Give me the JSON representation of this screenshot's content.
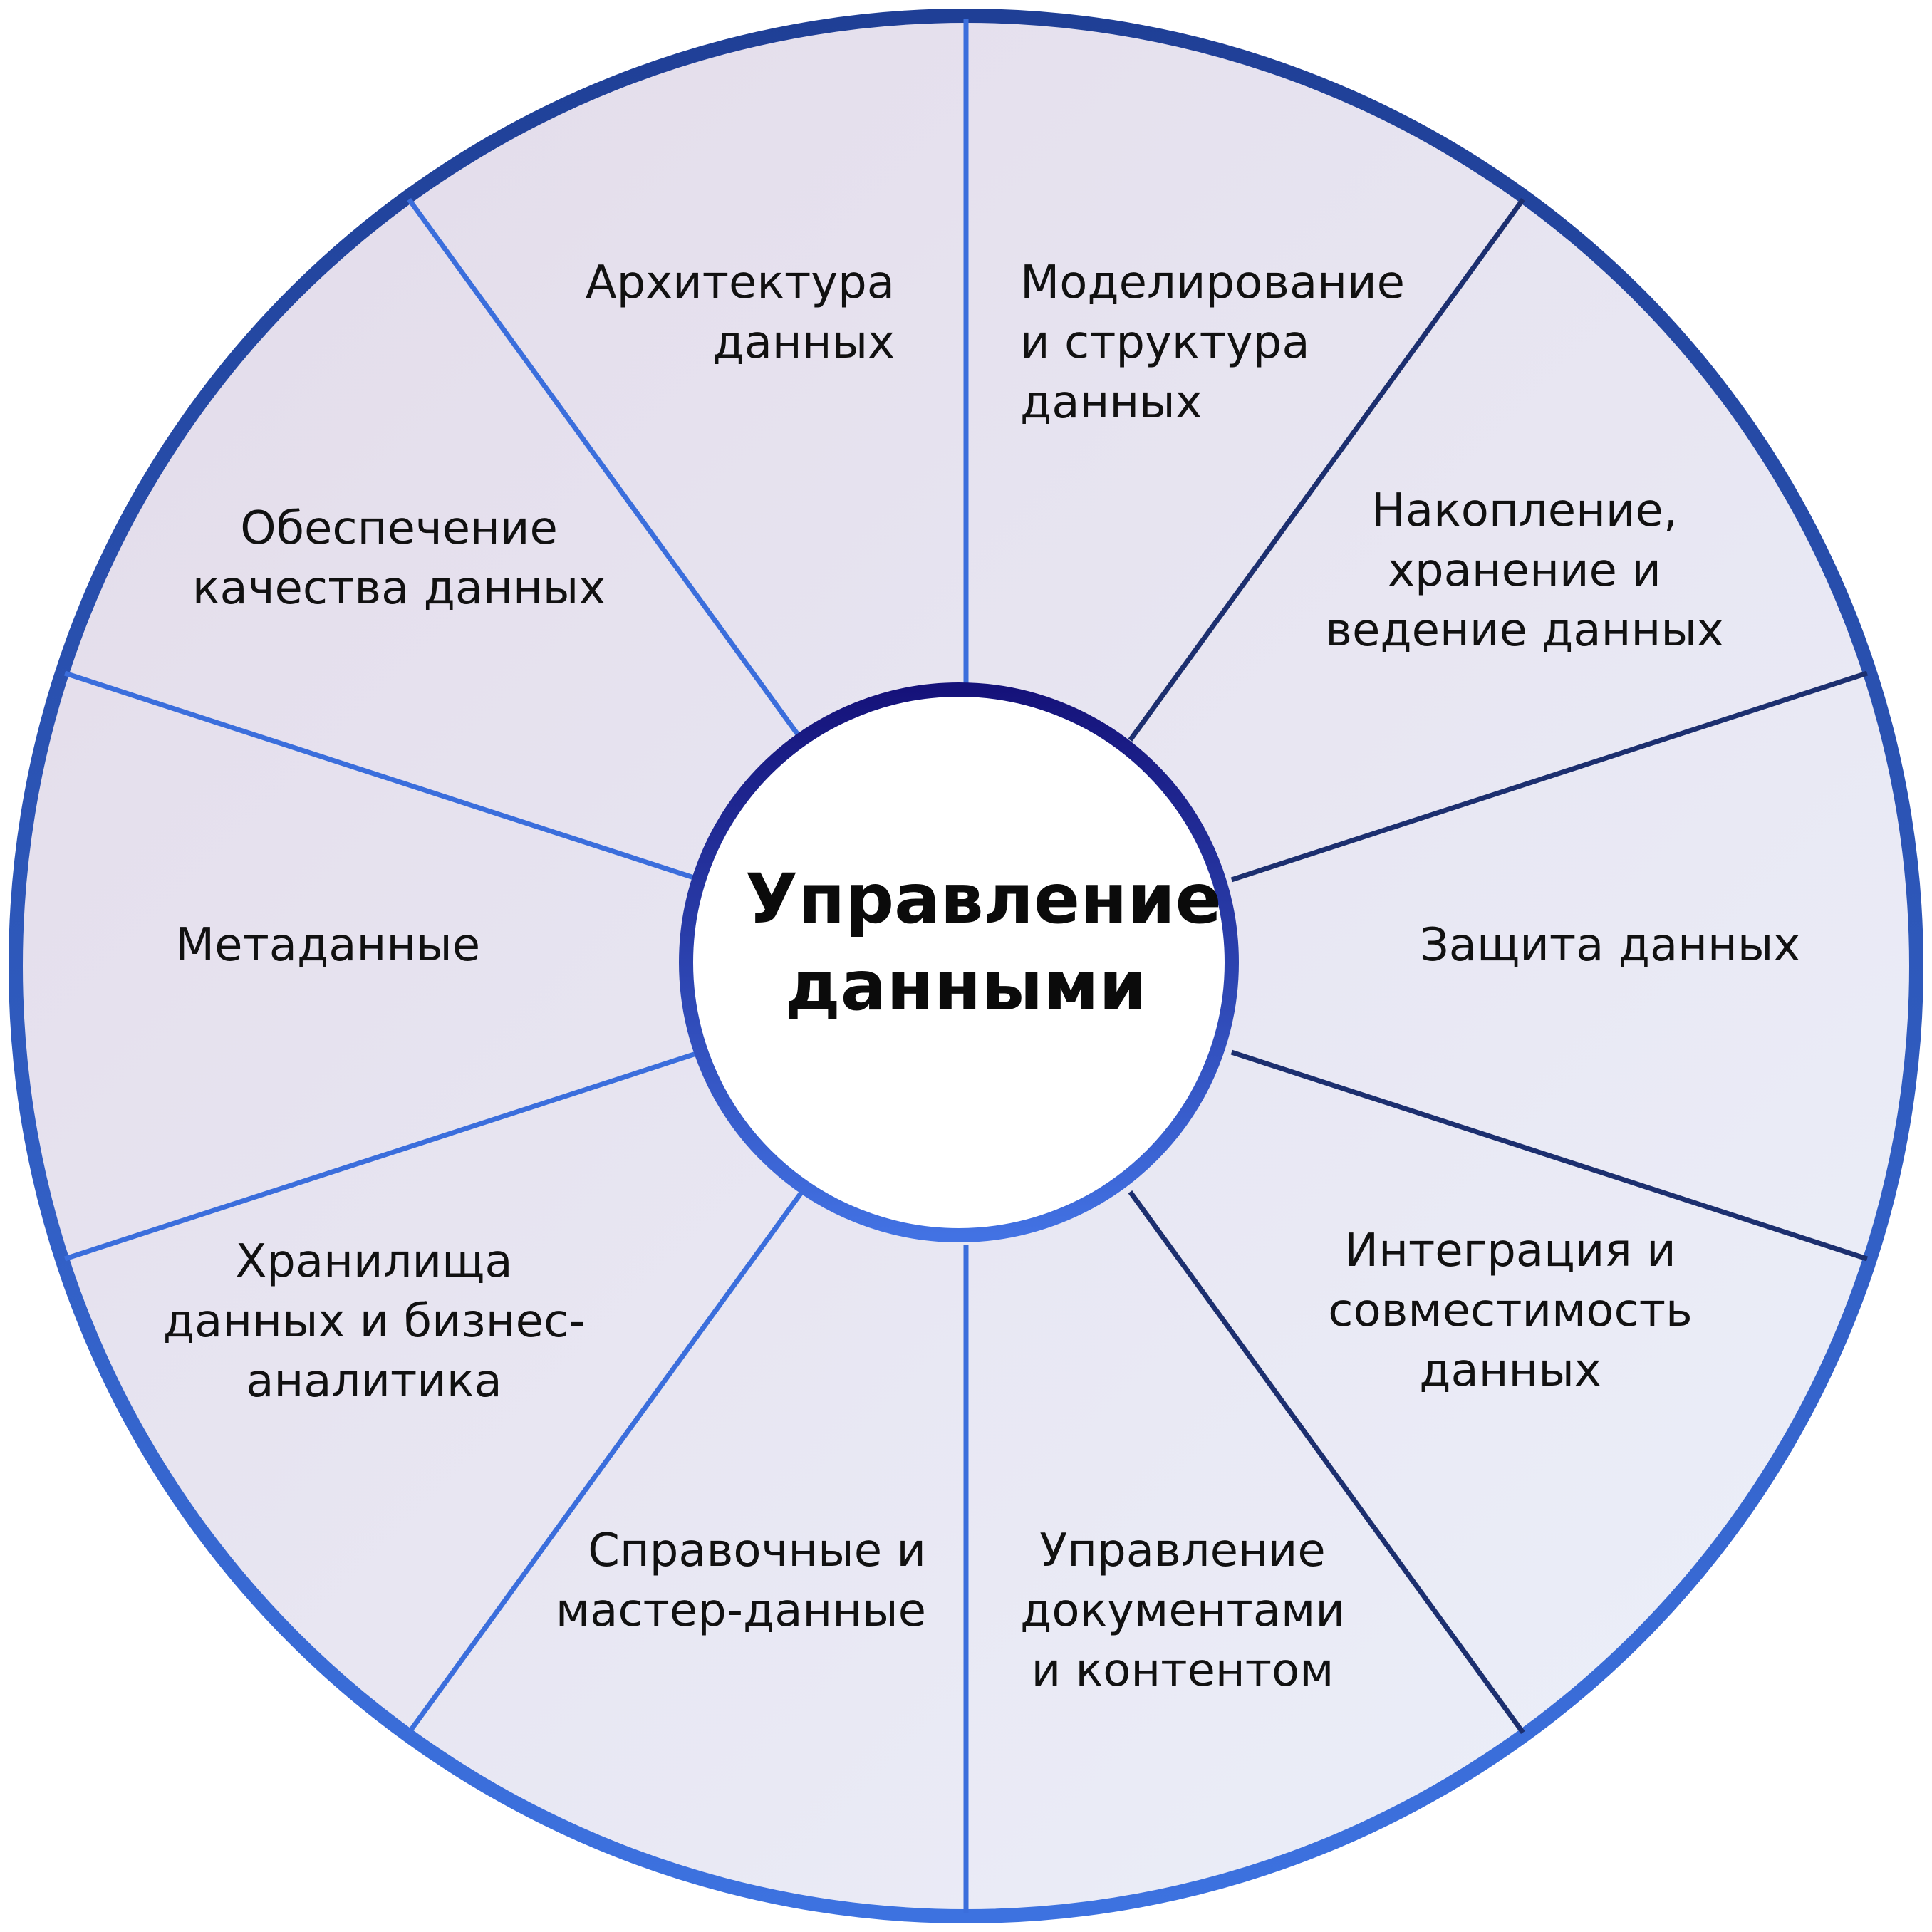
{
  "center": {
    "title": "Управление\nданными"
  },
  "segments": [
    {
      "id": "architecture",
      "label": "Архитектура\nданных"
    },
    {
      "id": "modeling",
      "label": "Моделирование\nи структура\nданных"
    },
    {
      "id": "storage",
      "label": "Накопление,\nхранение и\nведение данных"
    },
    {
      "id": "security",
      "label": "Защита данных"
    },
    {
      "id": "integration",
      "label": "Интеграция и\nсовместимость\nданных"
    },
    {
      "id": "documents",
      "label": "Управление\nдокументами\nи контентом"
    },
    {
      "id": "master-data",
      "label": "Справочные и\nмастер-данные"
    },
    {
      "id": "dwh-bi",
      "label": "Хранилища\nданных и бизнес-\nаналитика"
    },
    {
      "id": "metadata",
      "label": "Метаданные"
    },
    {
      "id": "quality",
      "label": "Обеспечение\nкачества данных"
    }
  ],
  "colors": {
    "ring_top": "#1f3f96",
    "ring_bottom": "#3d72e0",
    "fill_top_left": "#e3dcea",
    "fill_bottom_right": "#ebeef9",
    "inner_ring_top": "#15127a",
    "inner_ring_bottom": "#3f6fe3",
    "divider_light": "#3b6edc",
    "divider_dark": "#1c2f6f"
  }
}
